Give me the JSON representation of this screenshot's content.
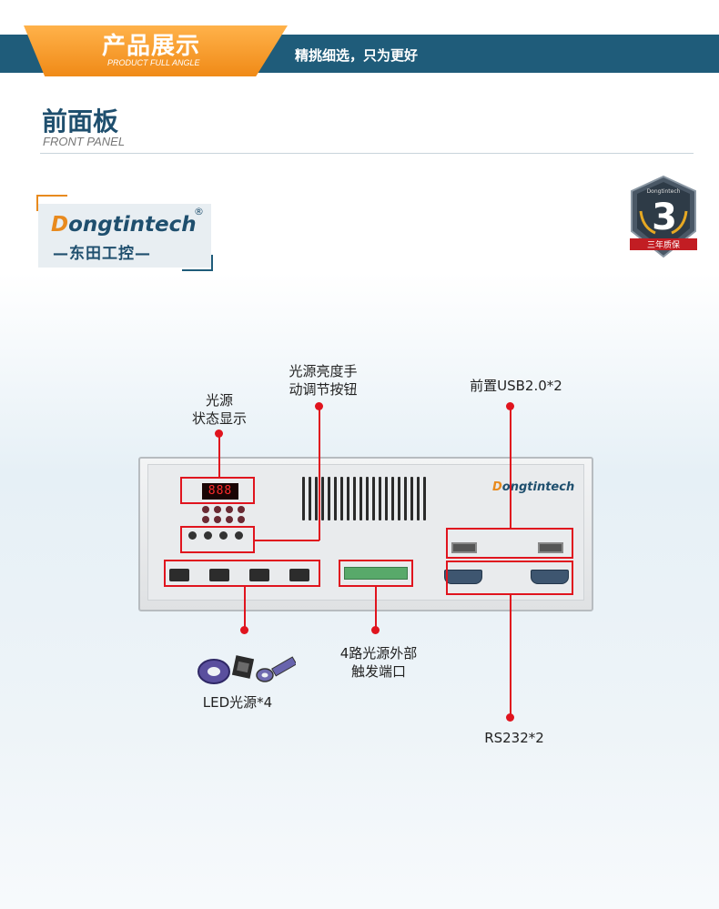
{
  "header": {
    "title": "产品展示",
    "subtitle": "PRODUCT FULL ANGLE",
    "slogan": "精挑细选，只为更好"
  },
  "section": {
    "title": "前面板",
    "subtitle": "FRONT PANEL"
  },
  "logo": {
    "text_en_first": "D",
    "text_en_rest": "ongtintech",
    "registered": "®",
    "text_cn": "—东田工控—"
  },
  "badge": {
    "brand": "Dongtintech",
    "number": "3",
    "caption": "三年质保"
  },
  "device": {
    "brand_first": "D",
    "brand_rest": "ongtintech",
    "display_value": "888"
  },
  "callouts": {
    "status_display": "光源\n状态显示",
    "brightness_buttons": "光源亮度手\n动调节按钮",
    "usb": "前置USB2.0*2",
    "led_sources": "LED光源*4",
    "trigger_ports": "4路光源外部\n触发端口",
    "rs232": "RS232*2"
  },
  "colors": {
    "banner_blue": "#1f5c7a",
    "banner_orange": "#f08a17",
    "callout_red": "#e0141e"
  }
}
